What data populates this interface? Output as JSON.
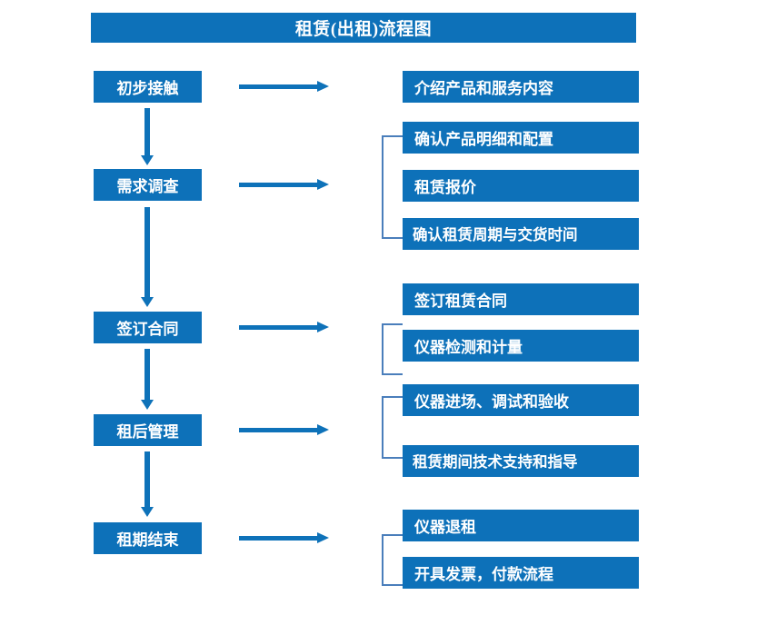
{
  "title": "租赁(出租)流程图",
  "colors": {
    "box_fill": "#0D71B9",
    "box_text": "#FFFFFF",
    "arrow": "#0E72B9",
    "bracket": "#4A7EBB",
    "background": "#FFFFFF"
  },
  "stages": [
    {
      "label": "初步接触"
    },
    {
      "label": "需求调查"
    },
    {
      "label": "签订合同"
    },
    {
      "label": "租后管理"
    },
    {
      "label": "租期结束"
    }
  ],
  "details": [
    {
      "label": "介绍产品和服务内容"
    },
    {
      "label": "确认产品明细和配置"
    },
    {
      "label": "租赁报价"
    },
    {
      "label": "确认租赁周期与交货时间"
    },
    {
      "label": "签订租赁合同"
    },
    {
      "label": "仪器检测和计量"
    },
    {
      "label": "仪器进场、调试和验收"
    },
    {
      "label": "租赁期间技术支持和指导"
    },
    {
      "label": "仪器退租"
    },
    {
      "label": "开具发票，付款流程"
    }
  ]
}
